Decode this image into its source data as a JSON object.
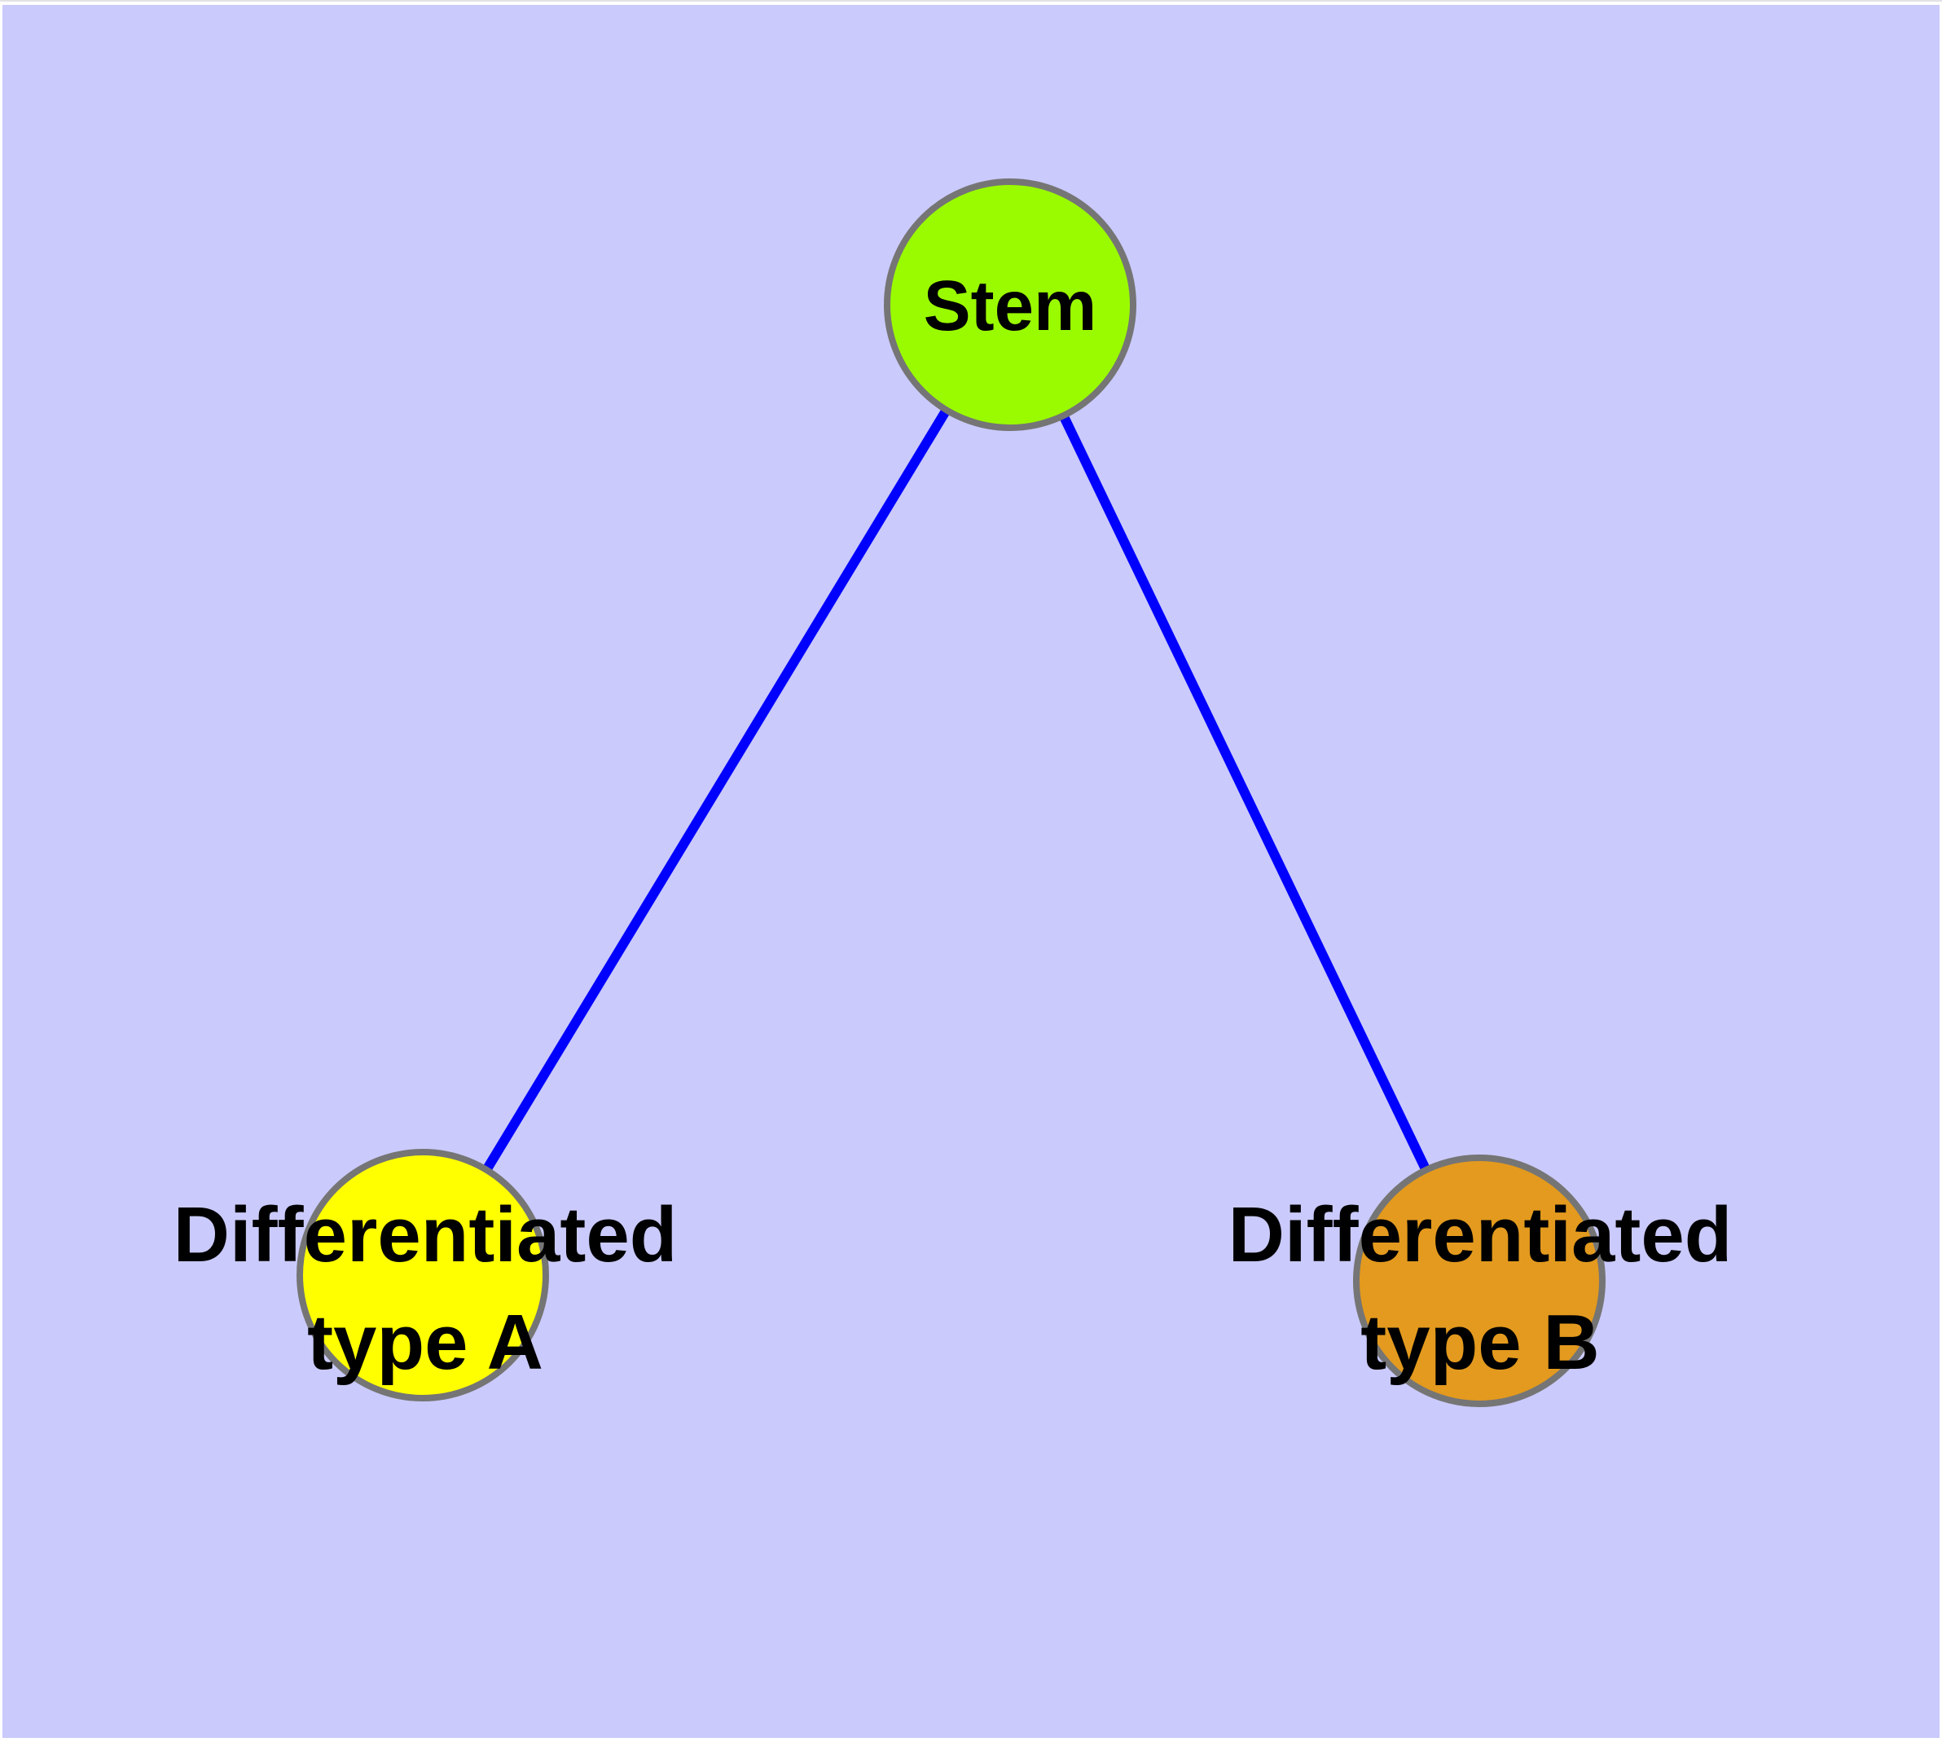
{
  "diagram": {
    "background_color": "#cacafc",
    "page_margin_color": "#ffffff",
    "top_hairline_color": "#e2e2e6",
    "edge_color": "#0000ff",
    "node_border_color": "#757575",
    "text_color": "#000000",
    "nodes": [
      {
        "id": "stem",
        "label": "Stem",
        "fill": "#9afb00"
      },
      {
        "id": "differentiated-type-a",
        "label": "Differentiated type A",
        "label_lines": [
          "Differentiated",
          "type A"
        ],
        "fill": "#ffff00"
      },
      {
        "id": "differentiated-type-b",
        "label": "Differentiated type B",
        "label_lines": [
          "Differentiated",
          "type B"
        ],
        "fill": "#e39a1e"
      }
    ],
    "edges": [
      {
        "from": "Stem",
        "to": "Differentiated type A"
      },
      {
        "from": "Stem",
        "to": "Differentiated type B"
      }
    ]
  }
}
